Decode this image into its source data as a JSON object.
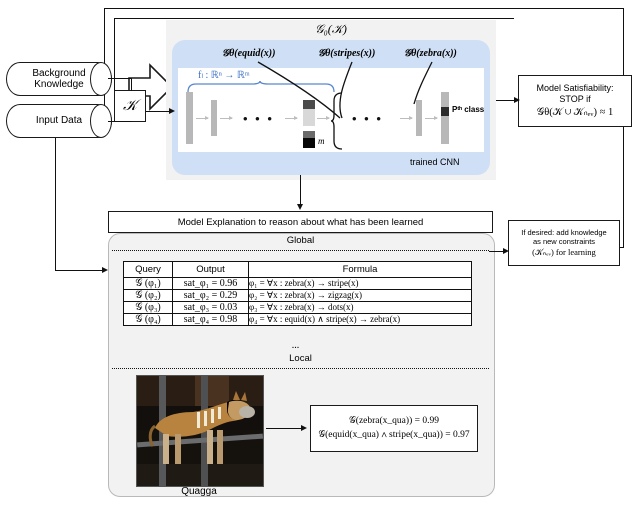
{
  "inputs": {
    "background_knowledge": "Background\nKnowledge",
    "background_knowledge_l1": "Background",
    "background_knowledge_l2": "Knowledge",
    "input_data": "Input Data",
    "knowledge_symbol": "𝒦"
  },
  "model_panel": {
    "title_prefix": "𝒢",
    "title": "𝒢₀(𝒦)",
    "predicate_labels": [
      "𝒢θ(equid(x))",
      "𝒢θ(stripes(x))",
      "𝒢θ(zebra(x))"
    ],
    "function_label": "fₗ : ℝⁿ → ℝᵐ",
    "m_label": "m",
    "pth_class": "Pᵗʰ class",
    "caption": "trained CNN",
    "ellipsis": "• • •",
    "blue_hex": "#cfdff5",
    "grey_hex": "#f2f2f2"
  },
  "satisfiability_box": {
    "line1": "Model Satisfiability:",
    "line2": "STOP if",
    "line3": "𝒢θ(𝒦 ∪ 𝒦ₙₑᵥ) ≈ 1"
  },
  "add_knowledge_box": {
    "line1": "If desired: add knowledge",
    "line2": "as new constraints",
    "line3": "(𝒦ₙₑᵥ) for learning"
  },
  "explanation": {
    "header": "Model Explanation to reason about what has been learned",
    "global_label": "Global",
    "local_label": "Local"
  },
  "global_table": {
    "columns": [
      "Query",
      "Output",
      "Formula"
    ],
    "rows": [
      {
        "query": "𝒢 (φ₁)",
        "output": "sat_φ₁ = 0.96",
        "output_value": "0.96",
        "formula": "φ₁ = ∀x : zebra(x) → stripe(x)"
      },
      {
        "query": "𝒢 (φ₂)",
        "output": "sat_φ₂ = 0.29",
        "output_value": "0.29",
        "formula": "φ₂ = ∀x : zebra(x) → zigzag(x)"
      },
      {
        "query": "𝒢 (φ₃)",
        "output": "sat_φ₃ = 0.03",
        "output_value": "0.03",
        "formula": "φ₃ = ∀x : zebra(x) → dots(x)"
      },
      {
        "query": "𝒢 (φ₄)",
        "output": "sat_φ₄ = 0.98",
        "output_value": "0.98",
        "formula": "φ₄ = ∀x : equid(x) ∧ stripe(x) → zebra(x)"
      }
    ],
    "trailing_ellipsis": "..."
  },
  "local": {
    "image_caption": "Quagga",
    "formula_line1": "𝒢(zebra(x_qua)) = 0.99",
    "formula_line2": "𝒢(equid(x_qua) ∧ stripe(x_qua)) = 0.97",
    "value1": "0.99",
    "value2": "0.97"
  }
}
